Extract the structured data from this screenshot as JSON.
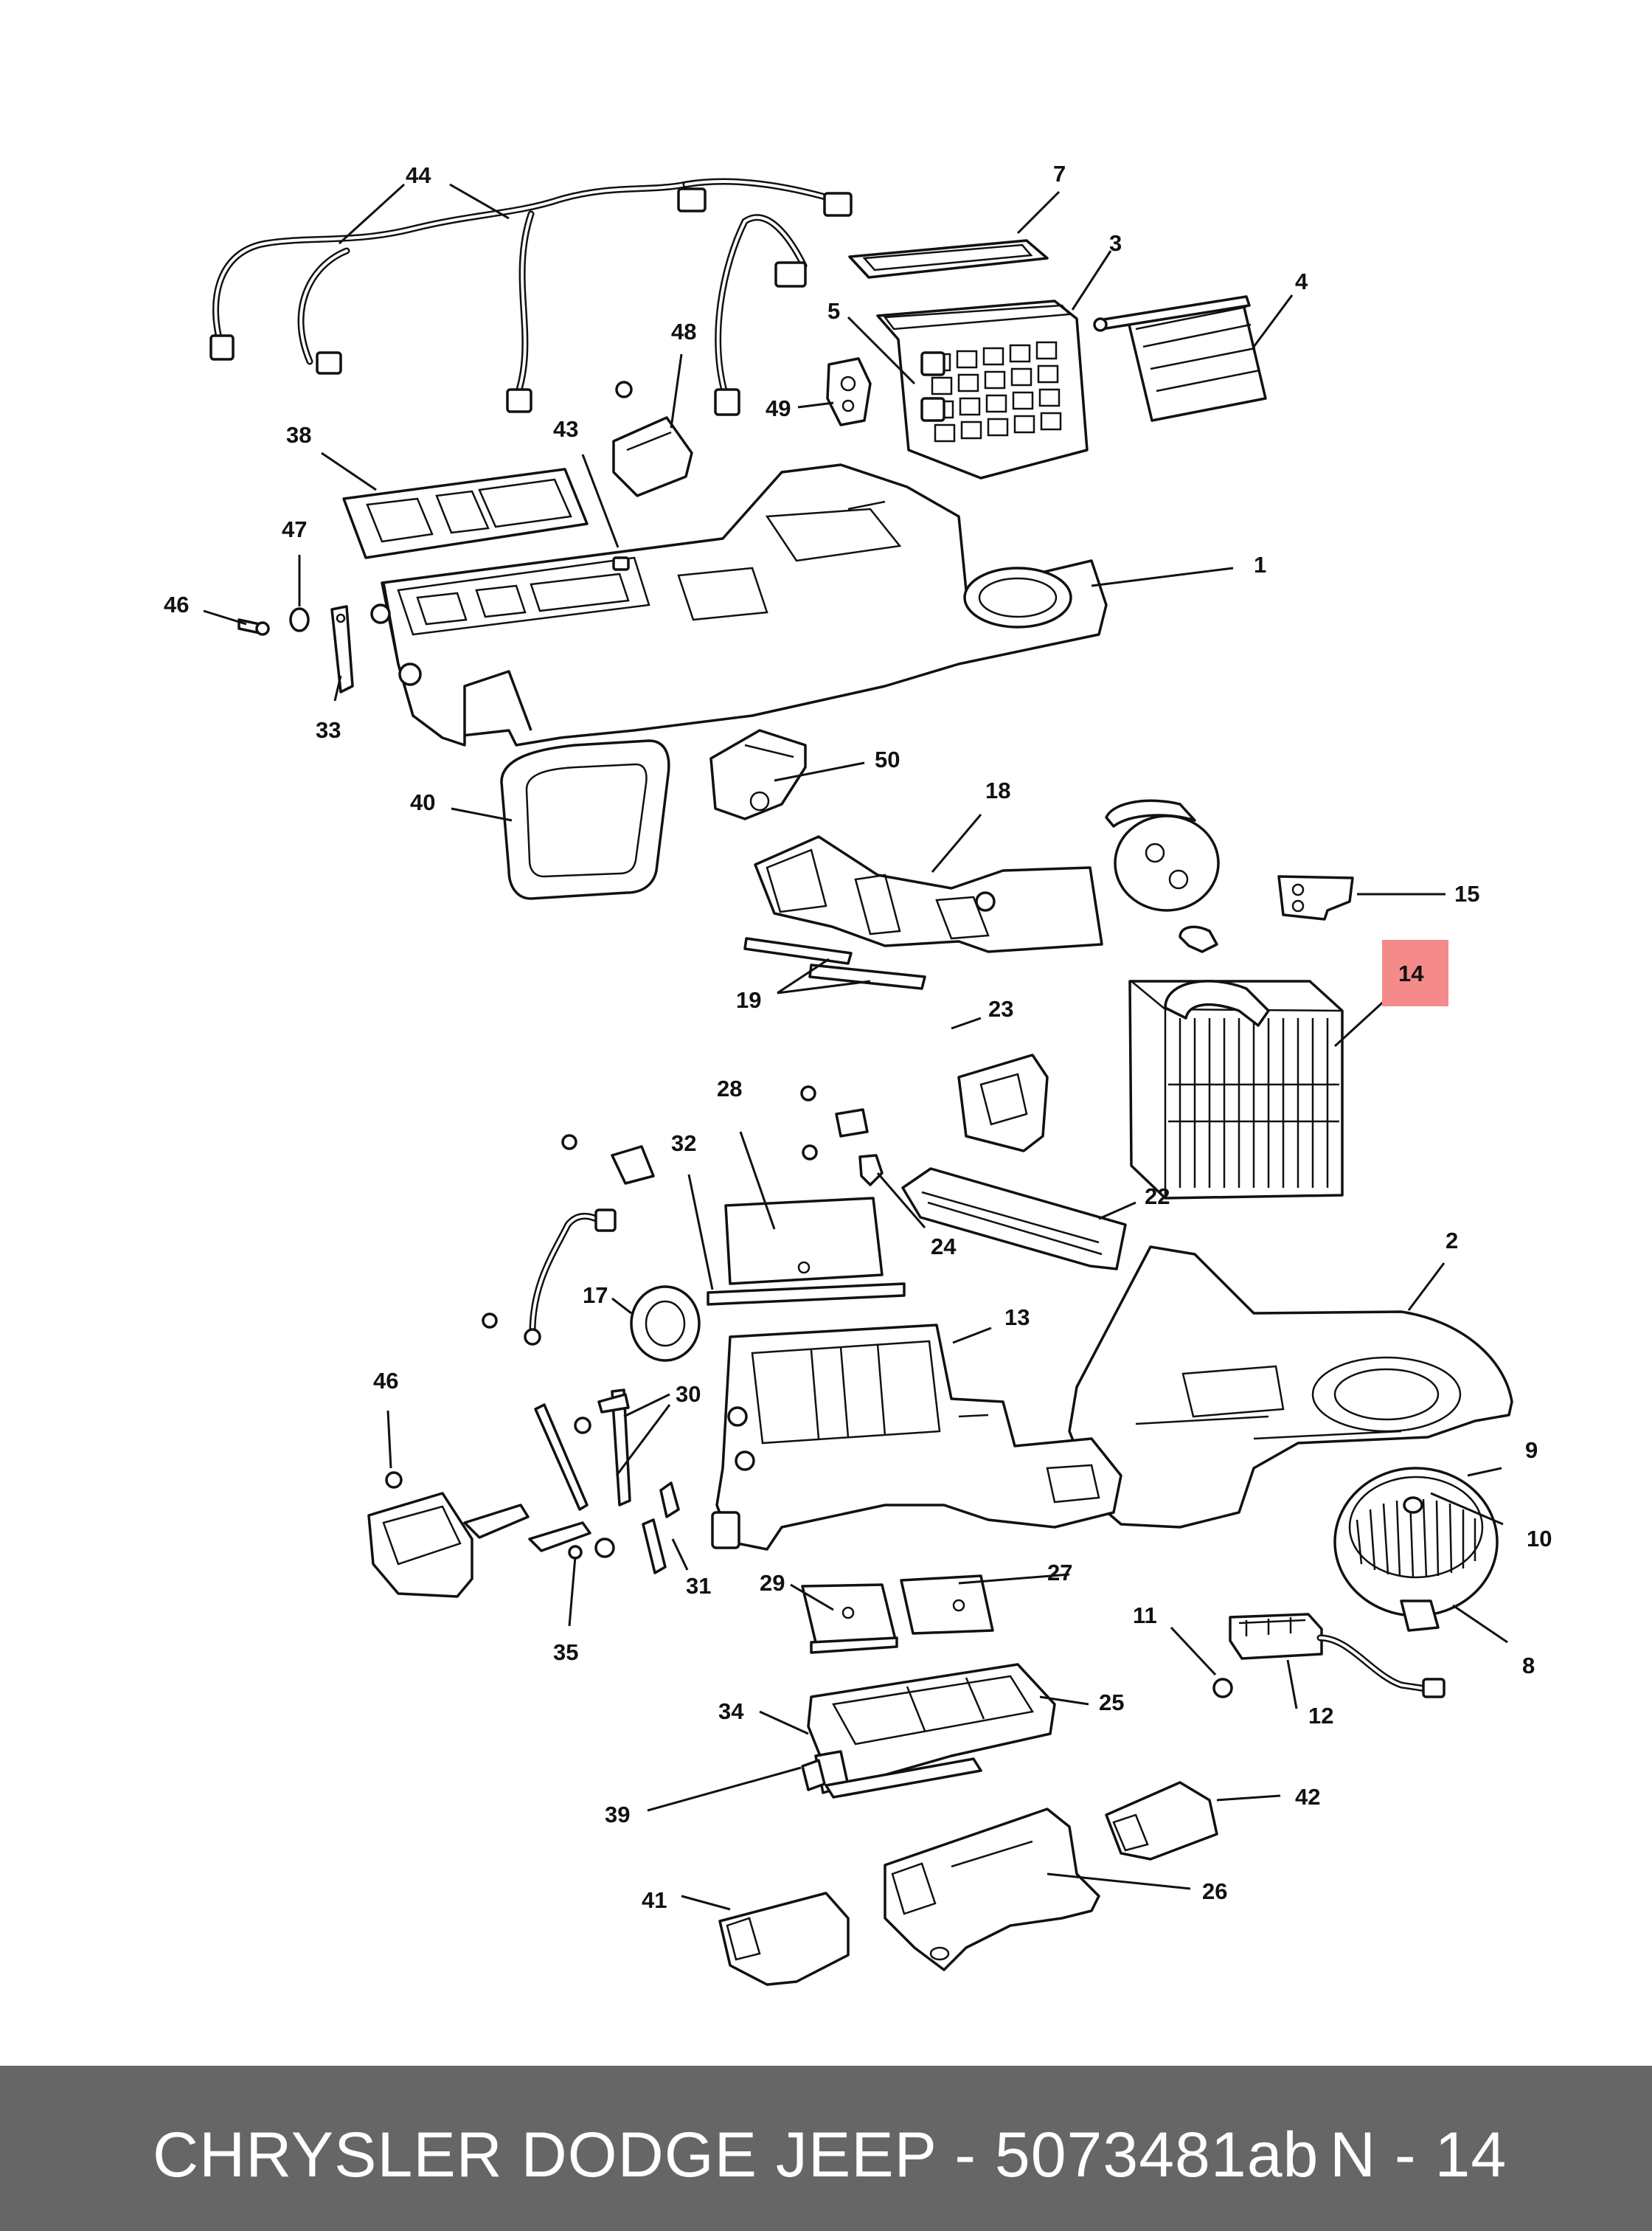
{
  "diagram": {
    "callouts": [
      {
        "id": "44",
        "label": "44"
      },
      {
        "id": "7",
        "label": "7"
      },
      {
        "id": "3",
        "label": "3"
      },
      {
        "id": "5",
        "label": "5"
      },
      {
        "id": "4",
        "label": "4"
      },
      {
        "id": "48",
        "label": "48"
      },
      {
        "id": "49",
        "label": "49"
      },
      {
        "id": "38",
        "label": "38"
      },
      {
        "id": "43",
        "label": "43"
      },
      {
        "id": "47",
        "label": "47"
      },
      {
        "id": "1",
        "label": "1"
      },
      {
        "id": "46a",
        "label": "46"
      },
      {
        "id": "33",
        "label": "33"
      },
      {
        "id": "50",
        "label": "50"
      },
      {
        "id": "40",
        "label": "40"
      },
      {
        "id": "18",
        "label": "18"
      },
      {
        "id": "15",
        "label": "15"
      },
      {
        "id": "14",
        "label": "14"
      },
      {
        "id": "19",
        "label": "19"
      },
      {
        "id": "23",
        "label": "23"
      },
      {
        "id": "28",
        "label": "28"
      },
      {
        "id": "32",
        "label": "32"
      },
      {
        "id": "22",
        "label": "22"
      },
      {
        "id": "24",
        "label": "24"
      },
      {
        "id": "2",
        "label": "2"
      },
      {
        "id": "17",
        "label": "17"
      },
      {
        "id": "13",
        "label": "13"
      },
      {
        "id": "46b",
        "label": "46"
      },
      {
        "id": "30",
        "label": "30"
      },
      {
        "id": "9",
        "label": "9"
      },
      {
        "id": "10",
        "label": "10"
      },
      {
        "id": "31",
        "label": "31"
      },
      {
        "id": "29",
        "label": "29"
      },
      {
        "id": "27",
        "label": "27"
      },
      {
        "id": "35",
        "label": "35"
      },
      {
        "id": "11",
        "label": "11"
      },
      {
        "id": "8",
        "label": "8"
      },
      {
        "id": "25",
        "label": "25"
      },
      {
        "id": "34",
        "label": "34"
      },
      {
        "id": "12",
        "label": "12"
      },
      {
        "id": "39",
        "label": "39"
      },
      {
        "id": "42",
        "label": "42"
      },
      {
        "id": "26",
        "label": "26"
      },
      {
        "id": "41",
        "label": "41"
      }
    ],
    "highlighted_callout": "14",
    "highlight_color": "#f48a8a"
  },
  "footer": {
    "title": "CHRYSLER DODGE JEEP - 5073481ab",
    "code": "N - 14",
    "background_color": "#666666",
    "text_color": "#ffffff"
  }
}
